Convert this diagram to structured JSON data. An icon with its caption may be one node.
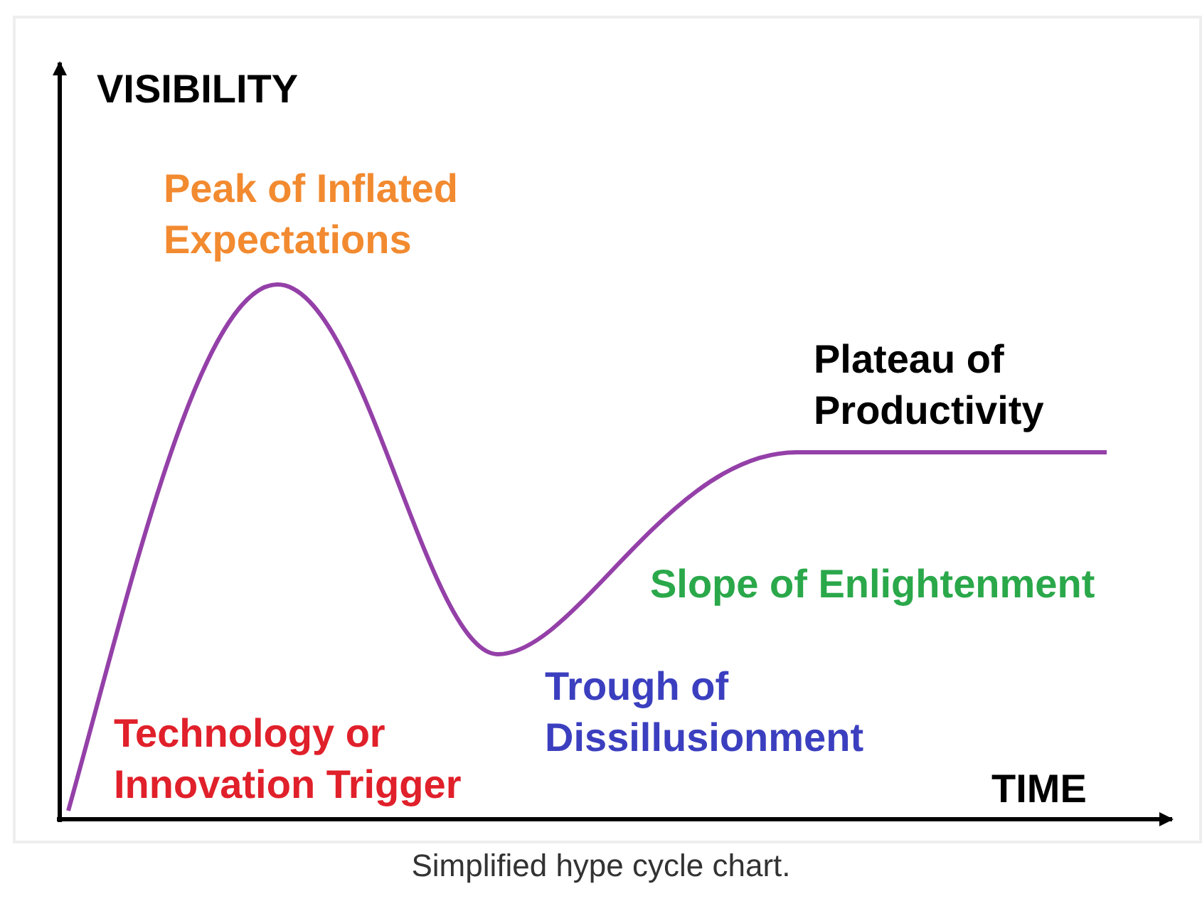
{
  "diagram": {
    "caption": "Simplified hype cycle chart.",
    "labels": [
      "VISIBILITY",
      "Peak of Inflated Expectations",
      "Plateau of Productivity",
      "Slope of Enlightenment",
      "Trough of Dissillusionment",
      "Technology or Innovation Trigger",
      "TIME"
    ]
  }
}
